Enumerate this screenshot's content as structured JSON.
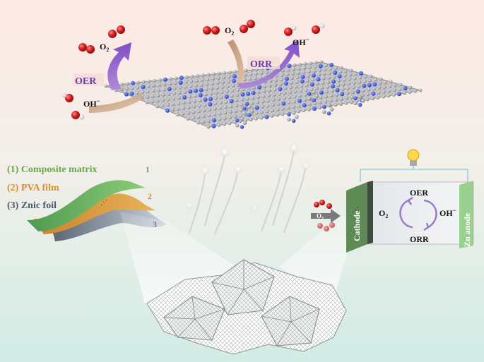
{
  "reaction": {
    "oer_label": "OER",
    "orr_label": "ORR",
    "o2_left": "O",
    "o2_left_sub": "2",
    "oh_left": "OH",
    "oh_left_sup": "−",
    "o2_right": "O",
    "o2_right_sub": "2",
    "oh_right": "OH",
    "oh_right_sup": "−"
  },
  "layers": {
    "items": [
      {
        "label": "(1) Composite matrix",
        "number": "1",
        "color": "#6aa84f"
      },
      {
        "label": "(2) PVA film",
        "number": "2",
        "color": "#d9902a"
      },
      {
        "label": "(3) Znic foil",
        "number": "3",
        "color": "#4a5a6a"
      }
    ]
  },
  "battery": {
    "cathode": "Cathode",
    "anode": "Zn anode",
    "oer": "OER",
    "orr": "ORR",
    "o2": "O",
    "o2_sub": "2",
    "oh": "OH",
    "oh_sup": "−",
    "inlet_o2": "O",
    "inlet_o2_sub": "2"
  },
  "colors": {
    "oxygen_red": "#d42020",
    "nitrogen_blue": "#2f4fd8",
    "carbon_grey": "#9a9a9a",
    "arrow_purple": "#8a5ac8",
    "arrow_tan": "#c8a080",
    "bulb_yellow": "#ffd84a"
  }
}
